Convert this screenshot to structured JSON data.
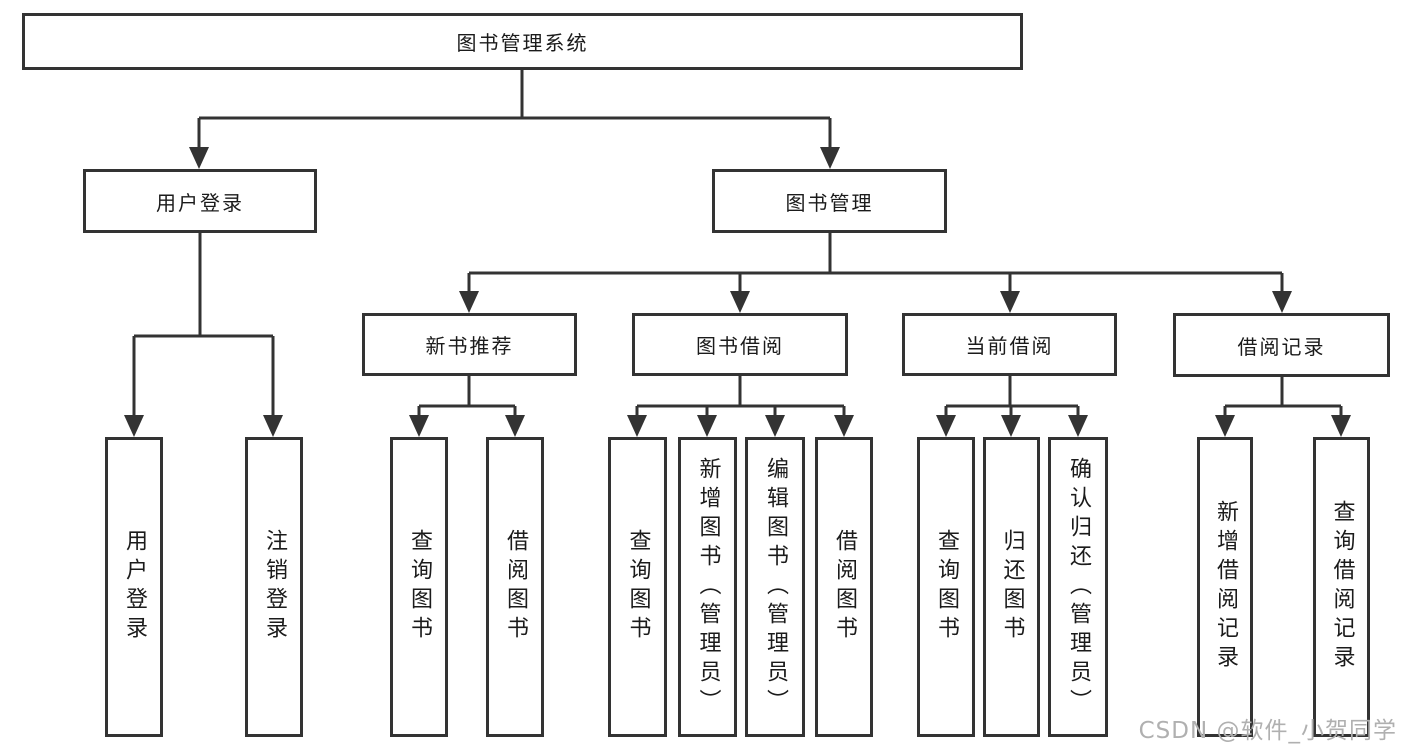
{
  "diagram": {
    "root": {
      "label": "图书管理系统"
    },
    "level2": [
      {
        "label": "用户登录"
      },
      {
        "label": "图书管理"
      }
    ],
    "level3": [
      {
        "label": "新书推荐"
      },
      {
        "label": "图书借阅"
      },
      {
        "label": "当前借阅"
      },
      {
        "label": "借阅记录"
      }
    ],
    "leaves": {
      "user_login": [
        {
          "label": "用户登录"
        },
        {
          "label": "注销登录"
        }
      ],
      "new_book_rec": [
        {
          "label": "查询图书"
        },
        {
          "label": "借阅图书"
        }
      ],
      "book_borrow": [
        {
          "label": "查询图书"
        },
        {
          "label": "新增图书（管理员）"
        },
        {
          "label": "编辑图书（管理员）"
        },
        {
          "label": "借阅图书"
        }
      ],
      "current_borrow": [
        {
          "label": "查询图书"
        },
        {
          "label": "归还图书"
        },
        {
          "label": "确认归还（管理员）"
        }
      ],
      "borrow_records": [
        {
          "label": "新增借阅记录"
        },
        {
          "label": "查询借阅记录"
        }
      ]
    },
    "watermark": "CSDN @软件_小贺同学",
    "colors": {
      "line": "#333333",
      "text": "#1b1b1b",
      "watermark": "#b0b0b0",
      "background": "#ffffff"
    }
  }
}
